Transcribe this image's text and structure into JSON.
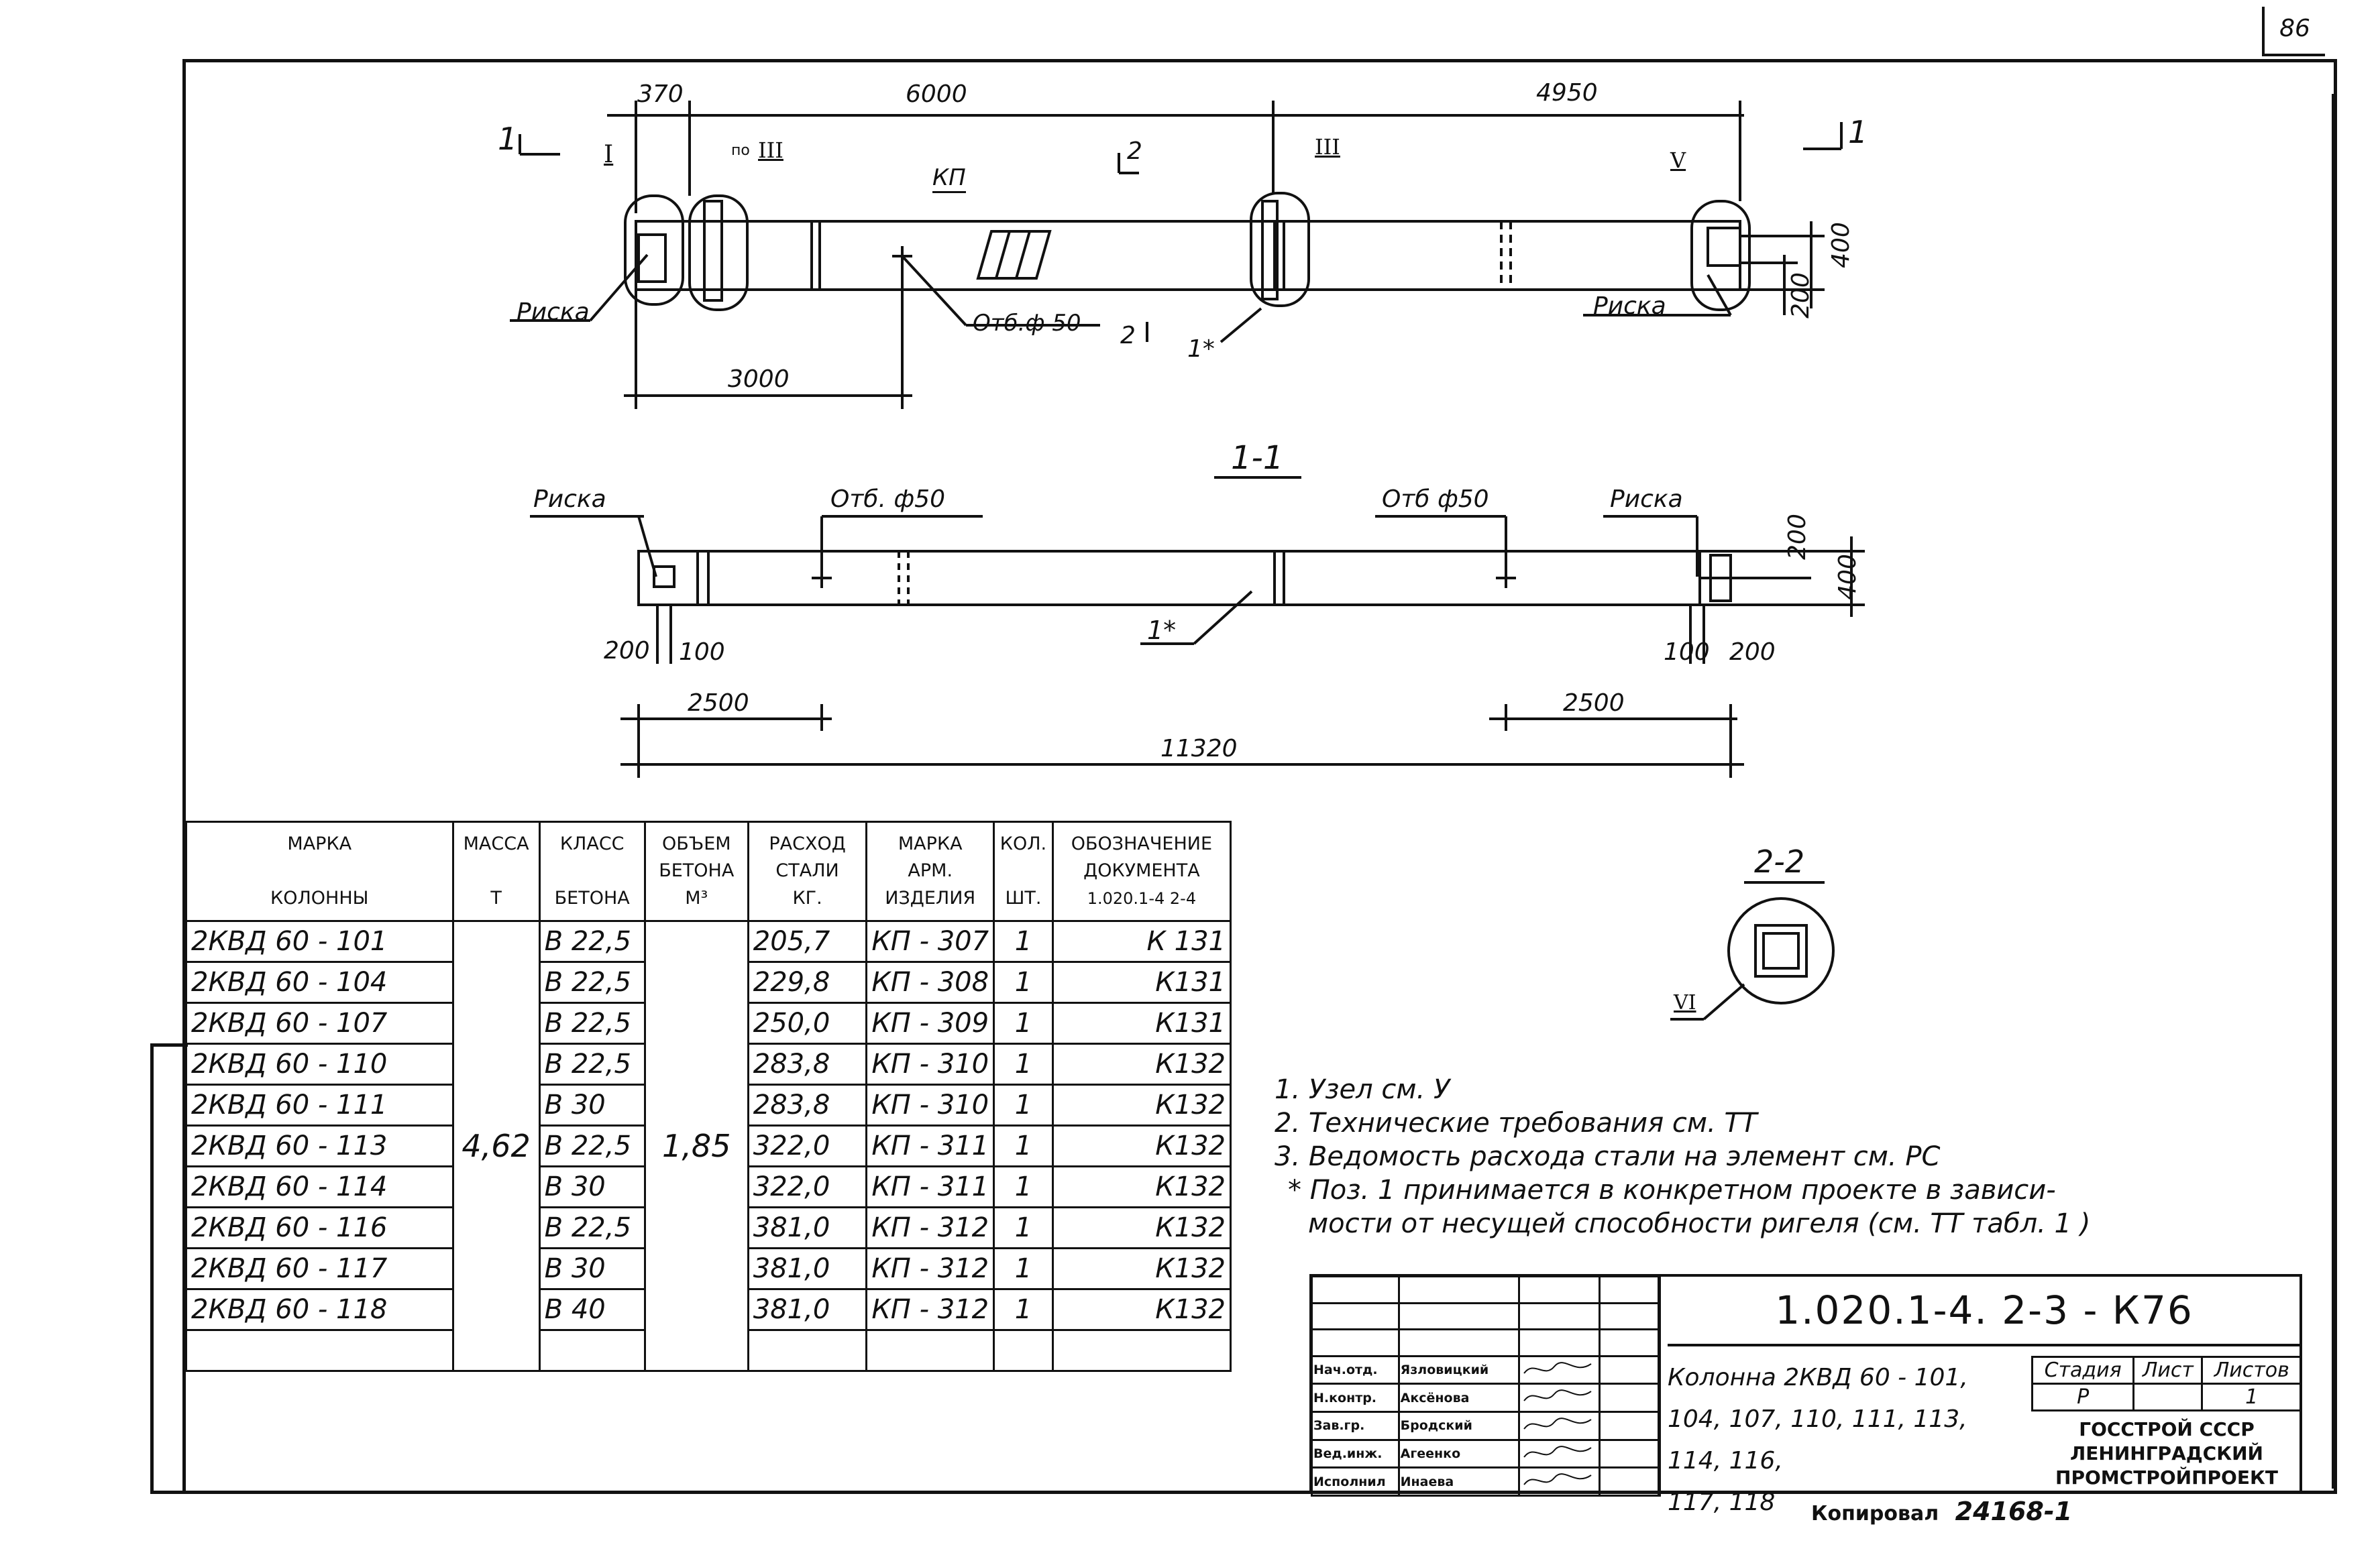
{
  "sheet_number": "86",
  "plan": {
    "dims_top": [
      "370",
      "6000",
      "4950"
    ],
    "dim_3000": "3000",
    "dim_400": "400",
    "dim_200": "200",
    "section_1_left": "1",
    "section_1_right": "1",
    "section_2_top": "2",
    "section_2_bottom": "2",
    "node_I": "I",
    "node_po_III_prefix": "по",
    "node_po_III": "III",
    "node_III": "III",
    "node_V": "V",
    "kp_label": "КП",
    "hole_label": "Отб.ф 50",
    "riska_left": "Риска",
    "riska_right": "Риска",
    "pos_1": "1*"
  },
  "section_1_1": {
    "title": "1-1",
    "riska_left": "Риска",
    "riska_right": "Риска",
    "hole_left": "Отб. ф50",
    "hole_right": "Отб ф50",
    "pos_1": "1*",
    "dim_200_left": "200",
    "dim_100_left": "100",
    "dim_100_right": "100",
    "dim_200_right": "200",
    "dim_2500_left": "2500",
    "dim_2500_right": "2500",
    "dim_total": "11320",
    "dim_200_v": "200",
    "dim_400_v": "400"
  },
  "section_2_2": {
    "title": "2-2",
    "node": "VI"
  },
  "table": {
    "headers": {
      "mark": [
        "МАРКА",
        "КОЛОННЫ"
      ],
      "mass": [
        "МАССА",
        "Т"
      ],
      "class": [
        "КЛАСС",
        "БЕТОНА"
      ],
      "volume": [
        "ОБЪЕМ",
        "БЕТОНА",
        "М³"
      ],
      "steel": [
        "РАСХОД",
        "СТАЛИ",
        "КГ."
      ],
      "arm": [
        "МАРКА",
        "АРМ.",
        "ИЗДЕЛИЯ"
      ],
      "qty": [
        "КОЛ.",
        "ШТ."
      ],
      "doc": [
        "ОБОЗНАЧЕНИЕ",
        "ДОКУМЕНТА",
        "1.020.1-4 2-4"
      ]
    },
    "mass": "4,62",
    "volume": "1,85",
    "rows": [
      {
        "mark": "2КВД 60 - 101",
        "cls": "В 22,5",
        "steel": "205,7",
        "arm": "КП - 307",
        "qty": "1",
        "doc": "К 131"
      },
      {
        "mark": "2КВД 60 - 104",
        "cls": "В 22,5",
        "steel": "229,8",
        "arm": "КП - 308",
        "qty": "1",
        "doc": "К131"
      },
      {
        "mark": "2КВД 60 - 107",
        "cls": "В 22,5",
        "steel": "250,0",
        "arm": "КП - 309",
        "qty": "1",
        "doc": "К131"
      },
      {
        "mark": "2КВД 60 - 110",
        "cls": "В 22,5",
        "steel": "283,8",
        "arm": "КП - 310",
        "qty": "1",
        "doc": "К132"
      },
      {
        "mark": "2КВД 60 - 111",
        "cls": "В 30",
        "steel": "283,8",
        "arm": "КП - 310",
        "qty": "1",
        "doc": "К132"
      },
      {
        "mark": "2КВД 60 - 113",
        "cls": "В 22,5",
        "steel": "322,0",
        "arm": "КП - 311",
        "qty": "1",
        "doc": "К132"
      },
      {
        "mark": "2КВД 60 - 114",
        "cls": "В 30",
        "steel": "322,0",
        "arm": "КП - 311",
        "qty": "1",
        "doc": "К132"
      },
      {
        "mark": "2КВД 60 - 116",
        "cls": "В 22,5",
        "steel": "381,0",
        "arm": "КП - 312",
        "qty": "1",
        "doc": "К132"
      },
      {
        "mark": "2КВД 60 - 117",
        "cls": "В 30",
        "steel": "381,0",
        "arm": "КП - 312",
        "qty": "1",
        "doc": "К132"
      },
      {
        "mark": "2КВД 60 - 118",
        "cls": "В 40",
        "steel": "381,0",
        "arm": "КП - 312",
        "qty": "1",
        "doc": "К132"
      }
    ]
  },
  "notes": [
    "1. Узел см. У",
    "2. Технические требования см. ТТ",
    "3. Ведомость расхода стали на элемент см. РС",
    "* Поз. 1 принимается в конкретном проекте в зависи-",
    "мости от несущей способности ригеля (см. ТТ табл. 1 )"
  ],
  "title_block": {
    "code": "1.020.1-4. 2-3 - К76",
    "roles": [
      "Нач.отд.",
      "Н.контр.",
      "Зав.гр.",
      "Вед.инж.",
      "Исполнил"
    ],
    "names": [
      "Язловицкий",
      "Аксёнова",
      "Бродский",
      "Агеенко",
      "Инаева"
    ],
    "description": [
      "Колонна 2КВД 60 - 101,",
      "104, 107, 110, 111, 113, 114, 116,",
      "117, 118"
    ],
    "stage_label": "Стадия",
    "sheet_label": "Лист",
    "sheets_label": "Листов",
    "stage": "Р",
    "sheets": "1",
    "org": [
      "ГОССТРОЙ СССР",
      "ЛЕНИНГРАДСКИЙ",
      "ПРОМСТРОЙПРОЕКТ"
    ],
    "copied_label": "Копировал",
    "copied_number": "24168-1"
  }
}
